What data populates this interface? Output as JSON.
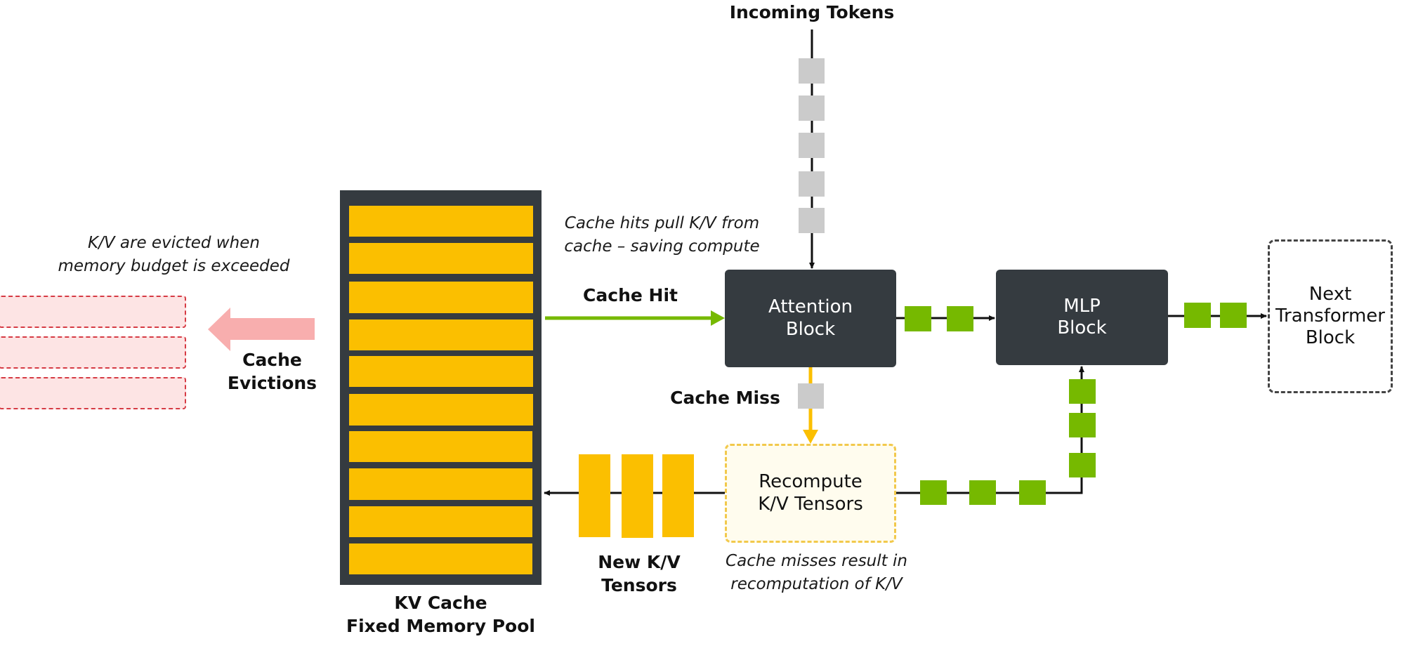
{
  "labels": {
    "incoming_tokens": "Incoming Tokens",
    "eviction_note_line1": "K/V are evicted when",
    "eviction_note_line2": "memory budget is exceeded",
    "cache_evictions_line1": "Cache",
    "cache_evictions_line2": "Evictions",
    "cache_hit_note_line1": "Cache hits pull K/V from",
    "cache_hit_note_line2": "cache – saving compute",
    "cache_hit": "Cache Hit",
    "cache_miss": "Cache Miss",
    "new_kv_line1": "New K/V",
    "new_kv_line2": "Tensors",
    "cache_miss_note_line1": "Cache misses result in",
    "cache_miss_note_line2": "recomputation of K/V",
    "kv_cache_line1": "KV Cache",
    "kv_cache_line2": "Fixed Memory Pool"
  },
  "blocks": {
    "attention": {
      "line1": "Attention",
      "line2": "Block"
    },
    "mlp": {
      "line1": "MLP",
      "line2": "Block"
    },
    "recompute": {
      "line1": "Recompute",
      "line2": "K/V Tensors"
    },
    "next": {
      "line1": "Next",
      "line2": "Transformer",
      "line3": "Block"
    }
  },
  "counts": {
    "kv_cache_slots": 10,
    "evicted_slots": 3,
    "incoming_tokens": 5,
    "new_kv_tensors": 3
  },
  "colors": {
    "block_dark": "#353b40",
    "kv_yellow": "#fbbf00",
    "token_green": "#76b900",
    "token_gray": "#cbcbcb",
    "evict_red": "#d63b44",
    "evict_fill": "#fde4e4",
    "evict_arrow": "#f8aeae"
  }
}
